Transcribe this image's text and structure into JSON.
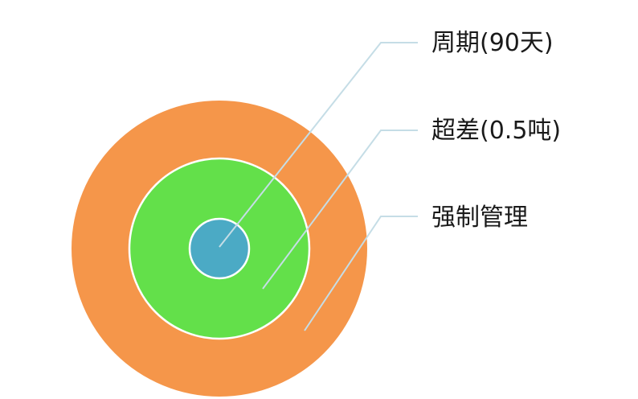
{
  "diagram": {
    "rings": [
      {
        "id": "outer",
        "color": "#F5964A"
      },
      {
        "id": "middle",
        "color": "#63E04A"
      },
      {
        "id": "inner",
        "color": "#4BAAC5"
      }
    ],
    "ring_stroke_color": "#ffffff",
    "leader_line_color": "#C5DDE6",
    "labels": [
      {
        "text": "周期(90天)",
        "points_to": "inner"
      },
      {
        "text": "超差(0.5吨)",
        "points_to": "middle"
      },
      {
        "text": "强制管理",
        "points_to": "outer"
      }
    ]
  }
}
